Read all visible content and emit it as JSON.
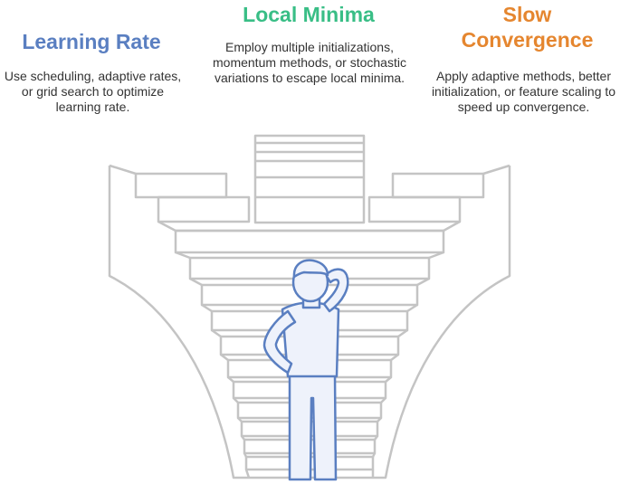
{
  "sections": {
    "learning_rate": {
      "title": "Learning Rate",
      "description": "Use scheduling, adaptive rates, or grid search to optimize learning rate."
    },
    "local_minima": {
      "title": "Local Minima",
      "description": "Employ multiple initializations, momentum methods, or stochastic variations to escape local minima."
    },
    "slow_convergence": {
      "title": "Slow Convergence",
      "description": "Apply adaptive methods, better initialization, or feature scaling to speed up convergence."
    }
  },
  "colors": {
    "learning_rate": "#5a7fc1",
    "local_minima": "#39be86",
    "slow_convergence": "#e5862f",
    "structure_stroke": "#c4c4c4",
    "figure_stroke": "#5a7fc1",
    "figure_fill": "#eef2fb"
  },
  "icons": {
    "figure": "thinking-person-icon"
  }
}
